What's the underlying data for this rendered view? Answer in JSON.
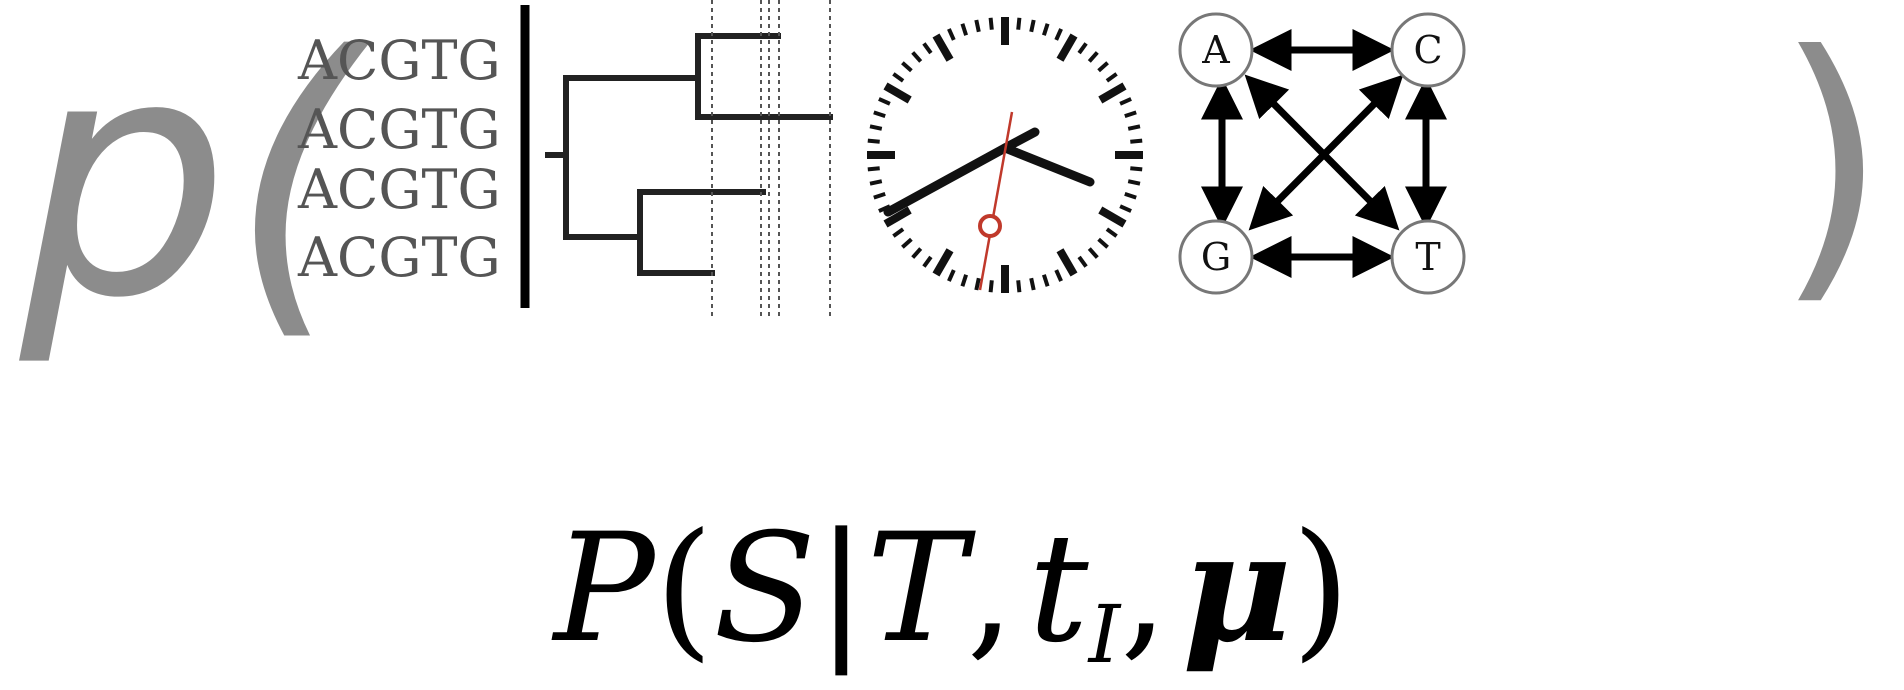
{
  "left_symbol": "p(",
  "right_paren": ")",
  "sequences": [
    "ACGTG",
    "ACGTG",
    "ACGTG",
    "ACGTG"
  ],
  "nodes": {
    "a": "A",
    "c": "C",
    "g": "G",
    "t": "T"
  },
  "formula": {
    "P": "P",
    "open": "(",
    "S": "S",
    "bar": "|",
    "T": "T",
    "comma1": ",",
    "t": "t",
    "sub": "I",
    "comma2": ",",
    "mu": "μ",
    "close": ")"
  },
  "colors": {
    "grey": "#8c8c8c",
    "clock_hand_second": "#c0392b",
    "ink": "#111111"
  }
}
